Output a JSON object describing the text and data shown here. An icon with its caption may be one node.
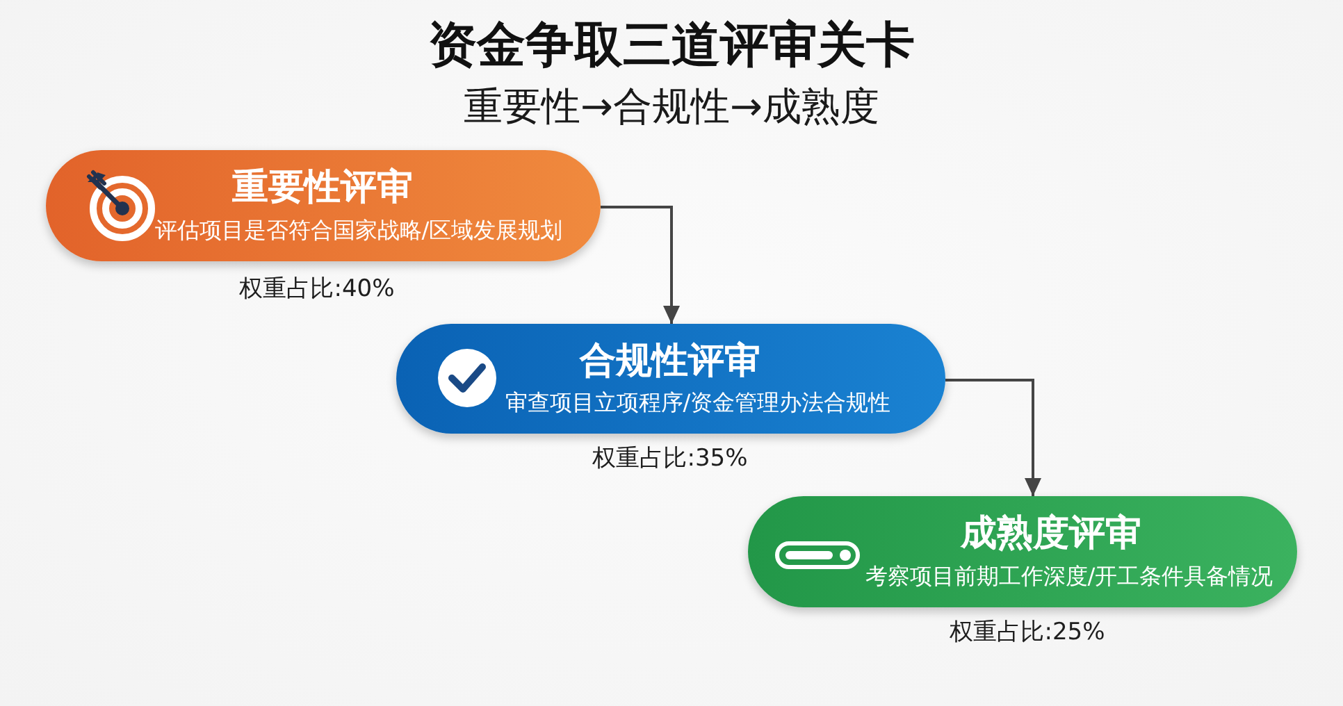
{
  "diagram": {
    "title": "资金争取三道评审关卡",
    "nodes": [
      {
        "text": [
          "重要性评审",
          "评估项目是否符合国家战略/区域发展规划"
        ],
        "beside": [
          "权重占比:40%"
        ]
      },
      {
        "text": [
          "合规性评审",
          "审查项目立项程序/资金管理办法合规性"
        ],
        "beside": [
          "权重占比:35%"
        ]
      },
      {
        "text": [
          "成熟度评审",
          "考察项目前期工作深度/开工条件具备情况"
        ],
        "beside": [
          "权重占比:25%"
        ]
      }
    ],
    "edges": [
      {
        "from": 0,
        "to": 1,
        "arrow": "to"
      },
      {
        "from": 1,
        "to": 2,
        "arrow": "to"
      }
    ],
    "labels": [
      "重要性→合规性→成熟度"
    ]
  }
}
